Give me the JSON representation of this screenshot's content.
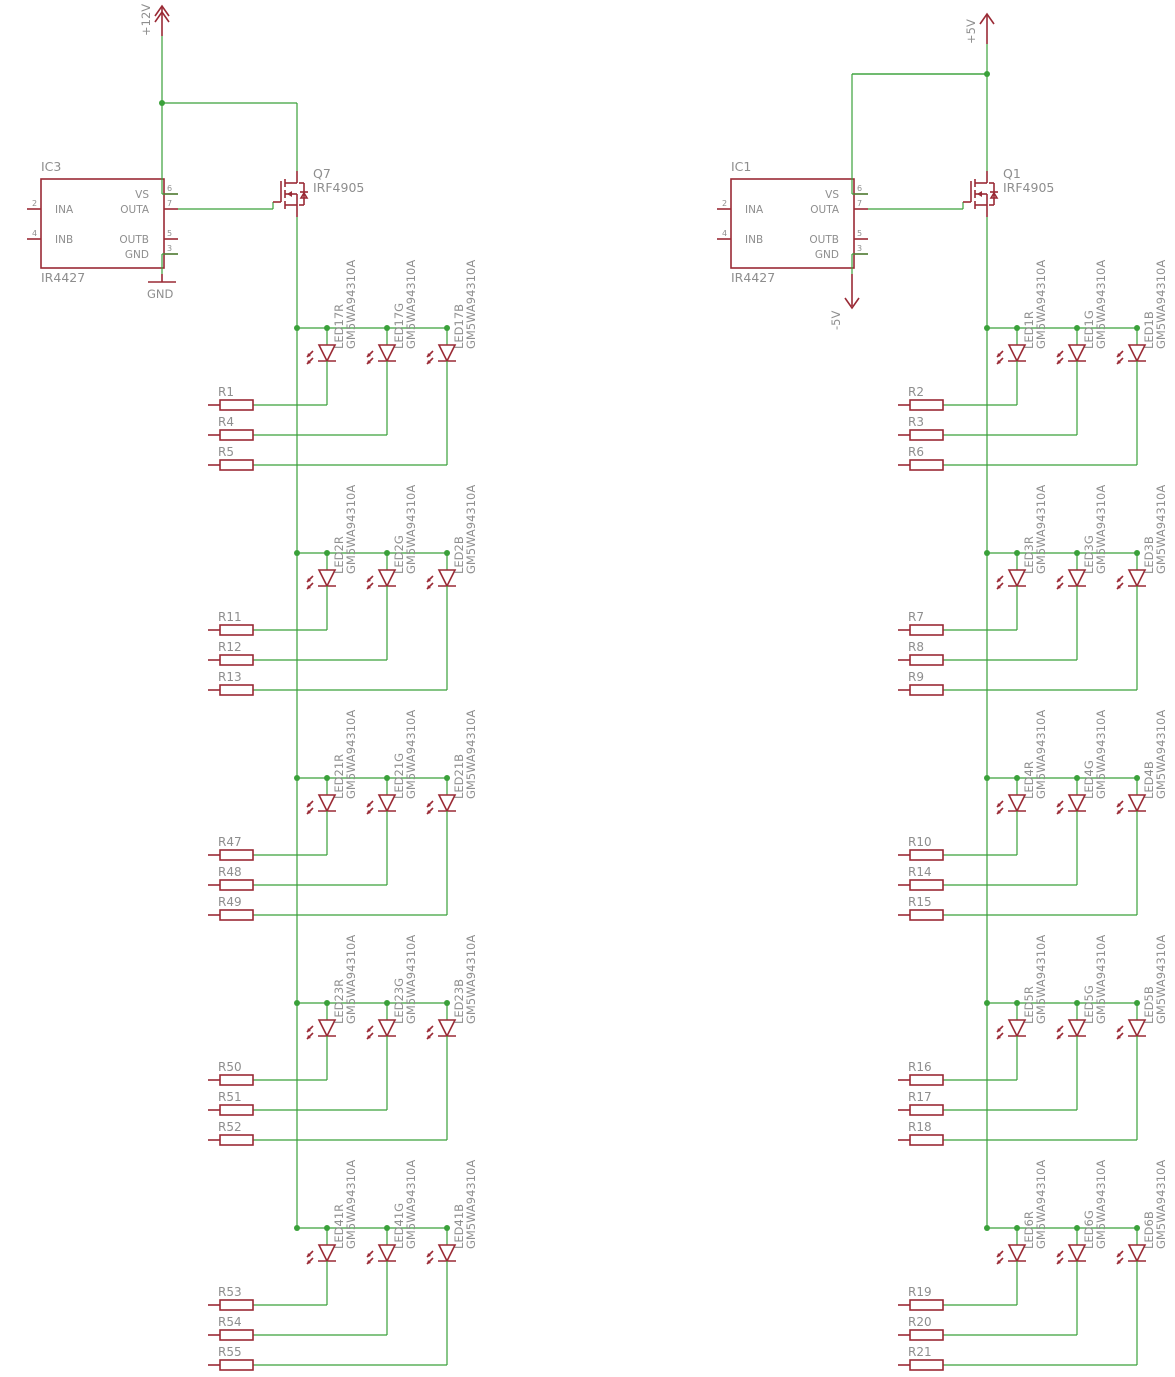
{
  "colors": {
    "wire": "#3aa13a",
    "component": "#9a2a35",
    "label": "#8e8e8e",
    "background": "#ffffff"
  },
  "left": {
    "supply": "+12V",
    "ic": {
      "name": "IC3",
      "part": "IR4427",
      "pins": [
        "INA",
        "INB",
        "VS",
        "OUTA",
        "OUTB",
        "GND"
      ],
      "pin_numbers": [
        "2",
        "4",
        "6",
        "7",
        "5",
        "3"
      ]
    },
    "gnd": "GND",
    "fet": {
      "name": "Q7",
      "part": "IRF4905"
    },
    "groups": [
      {
        "leds": [
          "LED17R",
          "LED17G",
          "LED17B"
        ],
        "resistors": [
          "R1",
          "R4",
          "R5"
        ]
      },
      {
        "leds": [
          "LED2R",
          "LED2G",
          "LED2B"
        ],
        "resistors": [
          "R11",
          "R12",
          "R13"
        ]
      },
      {
        "leds": [
          "LED21R",
          "LED21G",
          "LED21B"
        ],
        "resistors": [
          "R47",
          "R48",
          "R49"
        ]
      },
      {
        "leds": [
          "LED23R",
          "LED23G",
          "LED23B"
        ],
        "resistors": [
          "R50",
          "R51",
          "R52"
        ]
      },
      {
        "leds": [
          "LED41R",
          "LED41G",
          "LED41B"
        ],
        "resistors": [
          "R53",
          "R54",
          "R55"
        ]
      }
    ]
  },
  "right": {
    "supply": "+5V",
    "neg_supply": "-5V",
    "ic": {
      "name": "IC1",
      "part": "IR4427",
      "pins": [
        "INA",
        "INB",
        "VS",
        "OUTA",
        "OUTB",
        "GND"
      ],
      "pin_numbers": [
        "2",
        "4",
        "6",
        "7",
        "5",
        "3"
      ]
    },
    "fet": {
      "name": "Q1",
      "part": "IRF4905"
    },
    "groups": [
      {
        "leds": [
          "LED1R",
          "LED1G",
          "LED1B"
        ],
        "resistors": [
          "R2",
          "R3",
          "R6"
        ]
      },
      {
        "leds": [
          "LED3R",
          "LED3G",
          "LED3B"
        ],
        "resistors": [
          "R7",
          "R8",
          "R9"
        ]
      },
      {
        "leds": [
          "LED4R",
          "LED4G",
          "LED4B"
        ],
        "resistors": [
          "R10",
          "R14",
          "R15"
        ]
      },
      {
        "leds": [
          "LED5R",
          "LED5G",
          "LED5B"
        ],
        "resistors": [
          "R16",
          "R17",
          "R18"
        ]
      },
      {
        "leds": [
          "LED6R",
          "LED6G",
          "LED6B"
        ],
        "resistors": [
          "R19",
          "R20",
          "R21"
        ]
      }
    ]
  },
  "led_part": "GM5WA94310A"
}
